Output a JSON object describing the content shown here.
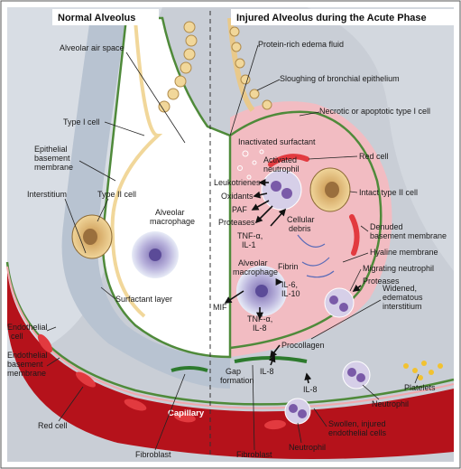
{
  "headers": {
    "left": "Normal Alveolus",
    "right": "Injured Alveolus during the Acute Phase"
  },
  "left_labels": {
    "alveolar_air_space": "Alveolar air space",
    "type1_cell": "Type I cell",
    "epithelial_bm_1": "Epithelial",
    "epithelial_bm_2": "basement",
    "epithelial_bm_3": "membrane",
    "interstitium": "Interstitium",
    "type2_cell": "Type II cell",
    "alv_macrophage_1": "Alveolar",
    "alv_macrophage_2": "macrophage",
    "surfactant_layer": "Surfactant layer",
    "endothelial_cell_1": "Endothelial",
    "endothelial_cell_2": "cell",
    "endothelial_bm_1": "Endothelial",
    "endothelial_bm_2": "basement",
    "endothelial_bm_3": "membrane",
    "red_cell": "Red cell",
    "capillary": "Capillary",
    "fibroblast": "Fibroblast"
  },
  "right_labels": {
    "protein_edema": "Protein-rich edema fluid",
    "sloughing": "Sloughing of bronchial epithelium",
    "necrotic": "Necrotic or apoptotic type I cell",
    "inactivated_surfactant": "Inactivated surfactant",
    "red_cell": "Red cell",
    "activated_neutrophil_1": "Activated",
    "activated_neutrophil_2": "neutrophil",
    "leukotrienes": "Leukotrienes",
    "oxidants": "Oxidants",
    "paf": "PAF",
    "proteases": "Proteases",
    "intact_type2": "Intact type II cell",
    "tnf_il1_1": "TNF-α,",
    "tnf_il1_2": "IL-1",
    "cellular_debris_1": "Cellular",
    "cellular_debris_2": "debris",
    "denuded_bm_1": "Denuded",
    "denuded_bm_2": "basement membrane",
    "hyaline": "Hyaline membrane",
    "alv_macrophage_1": "Alveolar",
    "alv_macrophage_2": "macrophage",
    "fibrin": "Fibrin",
    "migrating_neutrophil": "Migrating neutrophil",
    "mif": "MIF",
    "il6_il10_1": "IL-6,",
    "il6_il10_2": "IL-10",
    "proteases_2": "Proteases",
    "widened_1": "Widened,",
    "widened_2": "edematous",
    "widened_3": "interstitium",
    "tnf_il8_1": "TNF-α,",
    "tnf_il8_2": "IL-8",
    "procollagen": "Procollagen",
    "gap_1": "Gap",
    "gap_2": "formation",
    "il8_a": "IL-8",
    "il8_b": "IL-8",
    "platelets": "Platelets",
    "neutrophil_1": "Neutrophil",
    "swollen_1": "Swollen, injured",
    "swollen_2": "endothelial cells",
    "fibroblast": "Fibroblast",
    "neutrophil_2": "Neutrophil"
  },
  "colors": {
    "capillary_red": "#b5121b",
    "interstitium": "#d6dde6",
    "edema_pink": "#f2bcc2",
    "epithelium_yellow": "#f1d79a",
    "membrane_green": "#4f8a3a",
    "background_gray": "#c9ced6"
  }
}
